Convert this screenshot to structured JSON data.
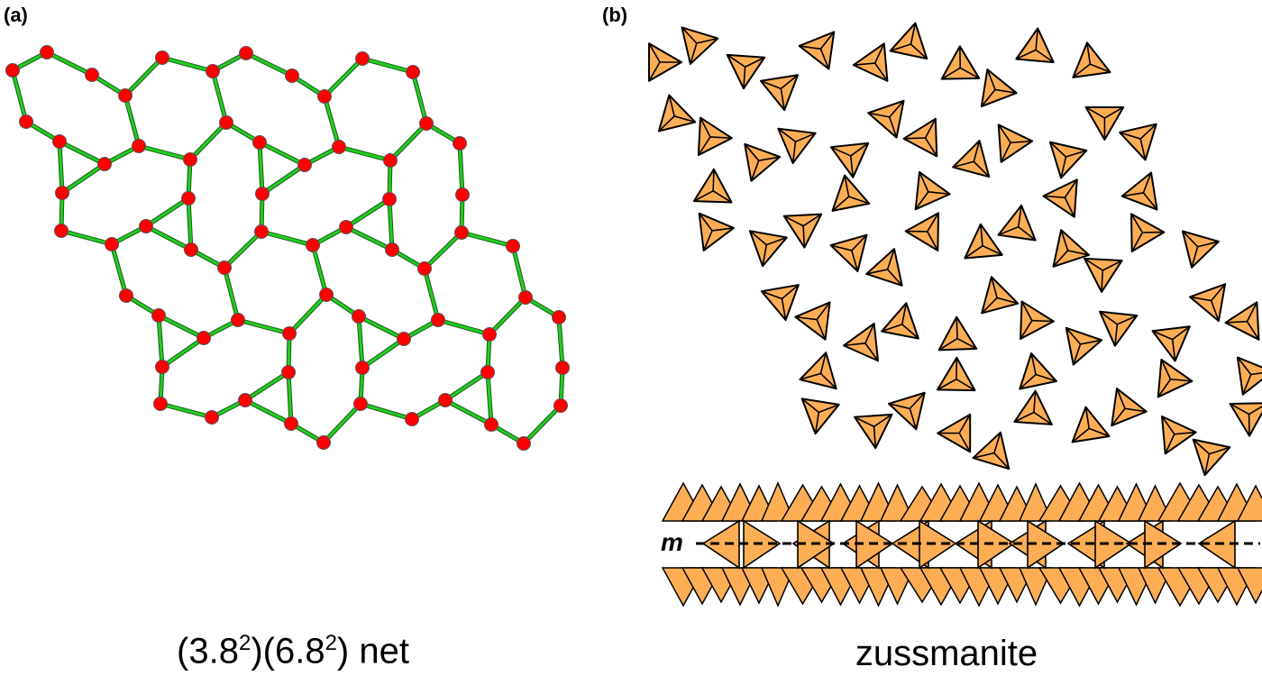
{
  "panel_a": {
    "label": "(a)",
    "caption": {
      "p1": "(3.8",
      "s1": "2",
      "p2": ")(6.8",
      "s2": "2",
      "p3": ") net"
    },
    "node_color": "#ff0000",
    "edge_color": "#22cc22"
  },
  "panel_b": {
    "label": "(b)",
    "caption": "zussmanite",
    "mirror_label": "m",
    "tetra_color": "#fdae55"
  }
}
